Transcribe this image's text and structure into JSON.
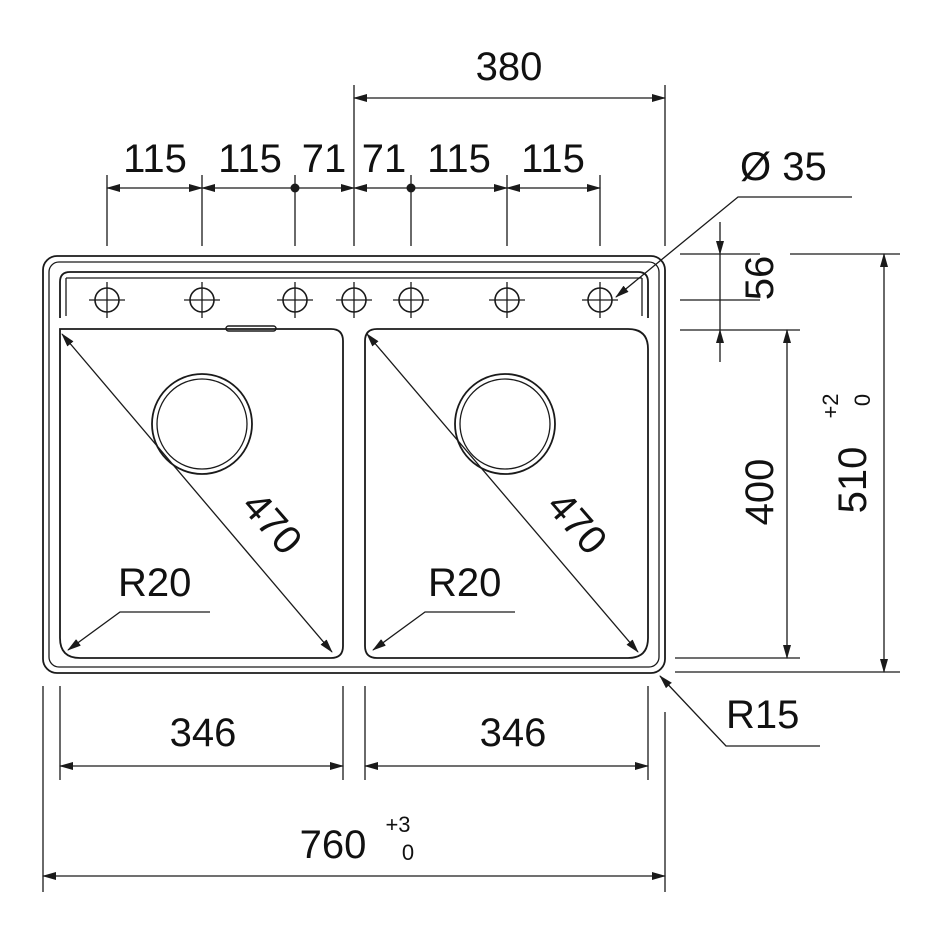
{
  "drawing": {
    "dims": {
      "top_overall": "380",
      "hole_pitch_1": "115",
      "hole_pitch_2": "115",
      "hole_pitch_3": "71",
      "hole_pitch_4": "71",
      "hole_pitch_5": "115",
      "hole_pitch_6": "115",
      "hole_diameter": "Ø 35",
      "deck_depth": "56",
      "bowl_depth": "400",
      "overall_depth": "510",
      "overall_depth_tol_upper": "+2",
      "overall_depth_tol_lower": "0",
      "left_diagonal": "470",
      "right_diagonal": "470",
      "left_corner_radius": "R20",
      "right_corner_radius": "R20",
      "outer_corner_radius": "R15",
      "left_bowl_width": "346",
      "right_bowl_width": "346",
      "overall_width": "760",
      "overall_width_tol_upper": "+3",
      "overall_width_tol_lower": "0"
    }
  }
}
